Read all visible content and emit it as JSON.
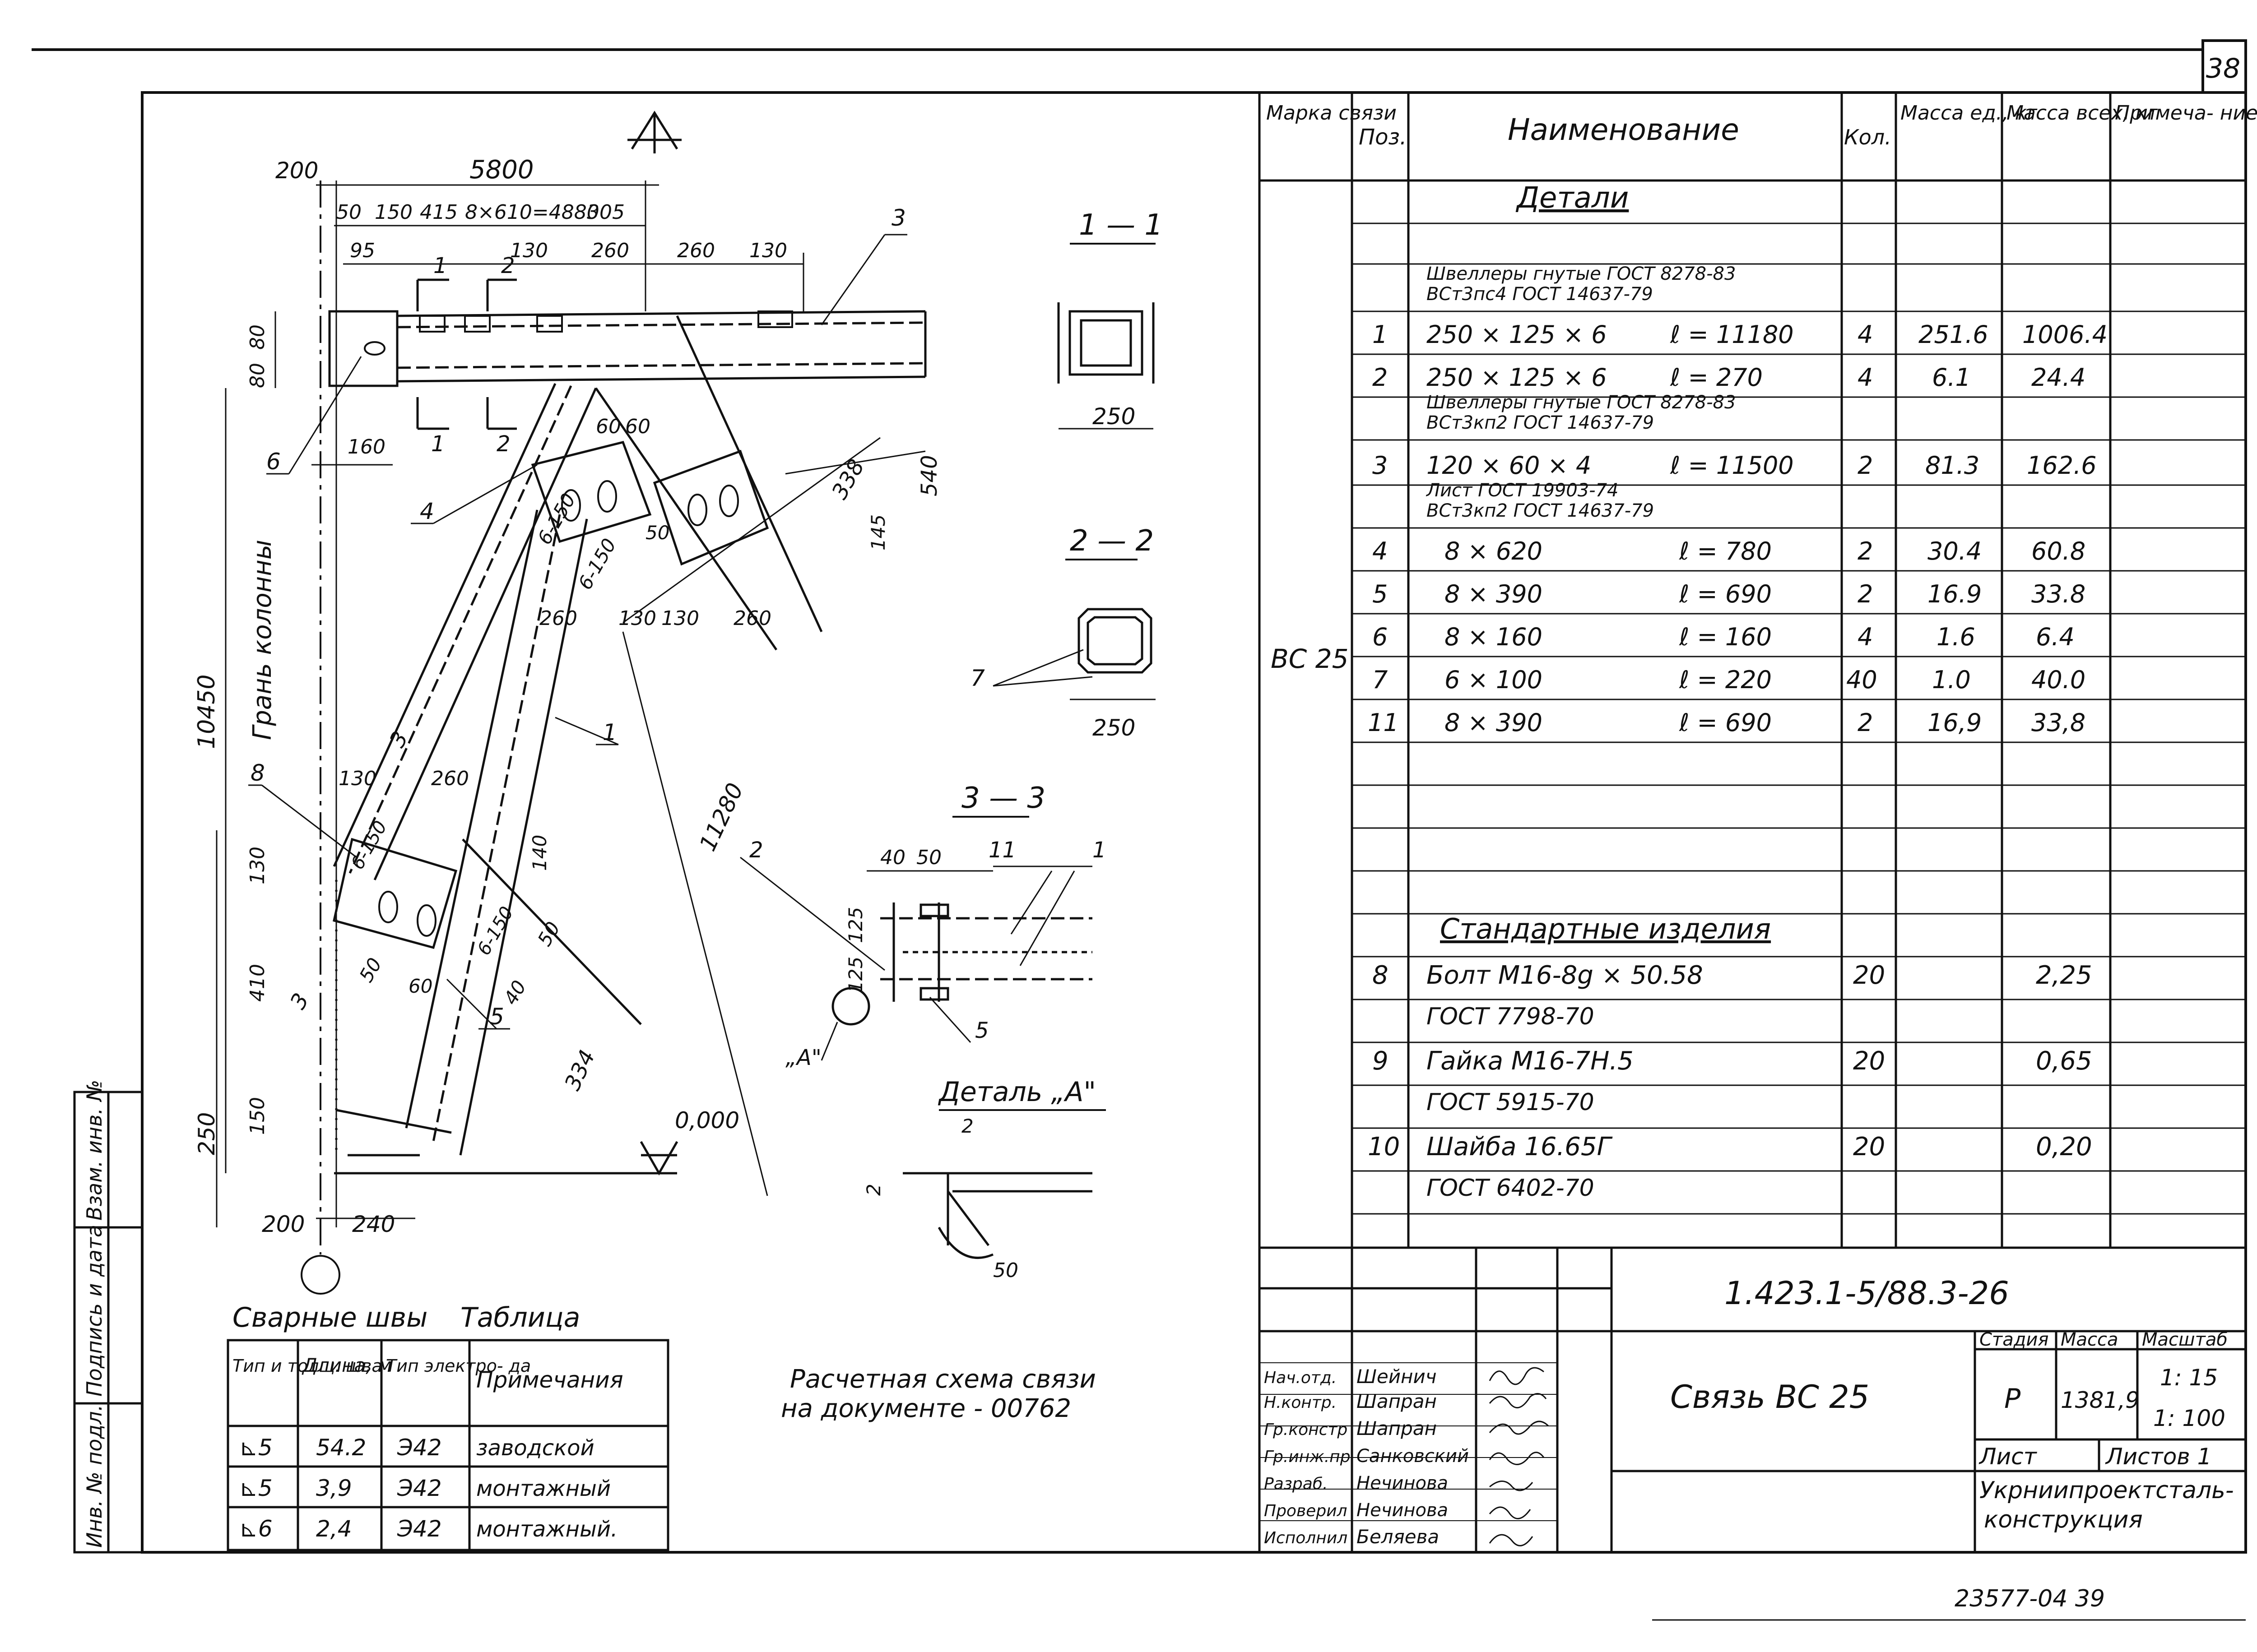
{
  "sheet_number": "38",
  "drawing": {
    "dims_top": [
      "200",
      "5800",
      "50",
      "150",
      "415",
      "8×610=4880",
      "305",
      "95",
      "130",
      "260",
      "260",
      "130"
    ],
    "dims_left": [
      "80",
      "80",
      "160",
      "10450",
      "130",
      "410",
      "150",
      "250",
      "200",
      "240"
    ],
    "dims_mid": [
      "60",
      "60",
      "6-150",
      "6-150",
      "50",
      "260",
      "130",
      "130",
      "260",
      "338",
      "540",
      "145",
      "130",
      "260",
      "6-150",
      "6-150",
      "140",
      "50",
      "40",
      "50",
      "60",
      "11280",
      "334",
      "0,000"
    ],
    "column_face_label": "Грань колонны",
    "callouts": [
      "3",
      "6",
      "4",
      "8",
      "1",
      "5",
      "3",
      "3"
    ],
    "section_marks": [
      "1",
      "2",
      "1",
      "2"
    ]
  },
  "section_1_1": {
    "title": "1 — 1",
    "width": "250"
  },
  "section_2_2": {
    "title": "2 — 2",
    "width": "250",
    "callout": "7"
  },
  "section_3_3": {
    "title": "3 — 3",
    "dims": [
      "40",
      "50",
      "125",
      "125"
    ],
    "callouts": [
      "2",
      "11",
      "1",
      "5",
      "„А\""
    ]
  },
  "detail_a": {
    "title": "Деталь „А\"",
    "dims": [
      "2",
      "2",
      "50"
    ]
  },
  "weld_table": {
    "caption_left": "Сварные швы",
    "caption_right": "Таблица",
    "headers": [
      "Тип и толщ. шва",
      "Длина, м",
      "Тип электро- да",
      "Примечания"
    ],
    "rows": [
      [
        "⊾5",
        "54.2",
        "Э42",
        "заводской"
      ],
      [
        "⊾5",
        "3,9",
        "Э42",
        "монтажный"
      ],
      [
        "⊾6",
        "2,4",
        "Э42",
        "монтажный."
      ]
    ]
  },
  "note": [
    "Расчетная схема связи",
    "на документе - 00762"
  ],
  "side_stamp": [
    "Инв. № подл.",
    "Подпись и дата",
    "Взам. инв. №"
  ],
  "spec": {
    "headers": [
      "Марка связи",
      "Поз.",
      "Наименование",
      "Кол.",
      "Масса ед., кг",
      "Масса всех, кг",
      "Примеча- ние"
    ],
    "mark": "ВС 25",
    "section_details": "Детали",
    "section_standard": "Стандартные изделия",
    "group1": [
      "Швеллеры гнутые ГОСТ 8278-83",
      "ВСт3пс4 ГОСТ 14637-79"
    ],
    "group2": [
      "Швеллеры гнутые ГОСТ 8278-83",
      "ВСт3кп2 ГОСТ 14637-79"
    ],
    "group3": [
      "Лист ГОСТ 19903-74",
      "ВСт3кп2 ГОСТ 14637-79"
    ],
    "rows": [
      {
        "pos": "1",
        "name": "250 × 125 × 6",
        "len": "ℓ = 11180",
        "qty": "4",
        "unit": "251.6",
        "total": "1006.4"
      },
      {
        "pos": "2",
        "name": "250 × 125 × 6",
        "len": "ℓ = 270",
        "qty": "4",
        "unit": "6.1",
        "total": "24.4"
      },
      {
        "pos": "3",
        "name": "120 × 60 × 4",
        "len": "ℓ = 11500",
        "qty": "2",
        "unit": "81.3",
        "total": "162.6"
      },
      {
        "pos": "4",
        "name": "8 × 620",
        "len": "ℓ = 780",
        "qty": "2",
        "unit": "30.4",
        "total": "60.8"
      },
      {
        "pos": "5",
        "name": "8 × 390",
        "len": "ℓ = 690",
        "qty": "2",
        "unit": "16.9",
        "total": "33.8"
      },
      {
        "pos": "6",
        "name": "8 × 160",
        "len": "ℓ = 160",
        "qty": "4",
        "unit": "1.6",
        "total": "6.4"
      },
      {
        "pos": "7",
        "name": "6 × 100",
        "len": "ℓ = 220",
        "qty": "40",
        "unit": "1.0",
        "total": "40.0"
      },
      {
        "pos": "11",
        "name": "8 × 390",
        "len": "ℓ = 690",
        "qty": "2",
        "unit": "16,9",
        "total": "33,8"
      }
    ],
    "std_rows": [
      {
        "pos": "8",
        "name": "Болт М16-8g × 50.58",
        "gost": "ГОСТ 7798-70",
        "qty": "20",
        "total": "2,25"
      },
      {
        "pos": "9",
        "name": "Гайка М16-7Н.5",
        "gost": "ГОСТ 5915-70",
        "qty": "20",
        "total": "0,65"
      },
      {
        "pos": "10",
        "name": "Шайба 16.65Г",
        "gost": "ГОСТ 6402-70",
        "qty": "20",
        "total": "0,20"
      }
    ]
  },
  "title_block": {
    "code": "1.423.1-5/88.3-26",
    "title": "Связь ВС 25",
    "stage_label": "Стадия",
    "mass_label": "Масса",
    "scale_label": "Масштаб",
    "stage": "Р",
    "mass": "1381,9",
    "scale_1": "1: 15",
    "scale_2": "1: 100",
    "sheet_label": "Лист",
    "sheets_label": "Листов 1",
    "org_1": "Укрниипроектсталь-",
    "org_2": "конструкция",
    "roles": [
      "Нач.отд.",
      "Н.контр.",
      "Гр.констр",
      "Гр.инж.пр",
      "Разраб.",
      "Проверил",
      "Исполнил"
    ],
    "names": [
      "Шейнич",
      "Шапран",
      "Шапран",
      "Санковский",
      "Нечинова",
      "Нечинова",
      "Беляева"
    ]
  },
  "archive_number": "23577-04 39"
}
